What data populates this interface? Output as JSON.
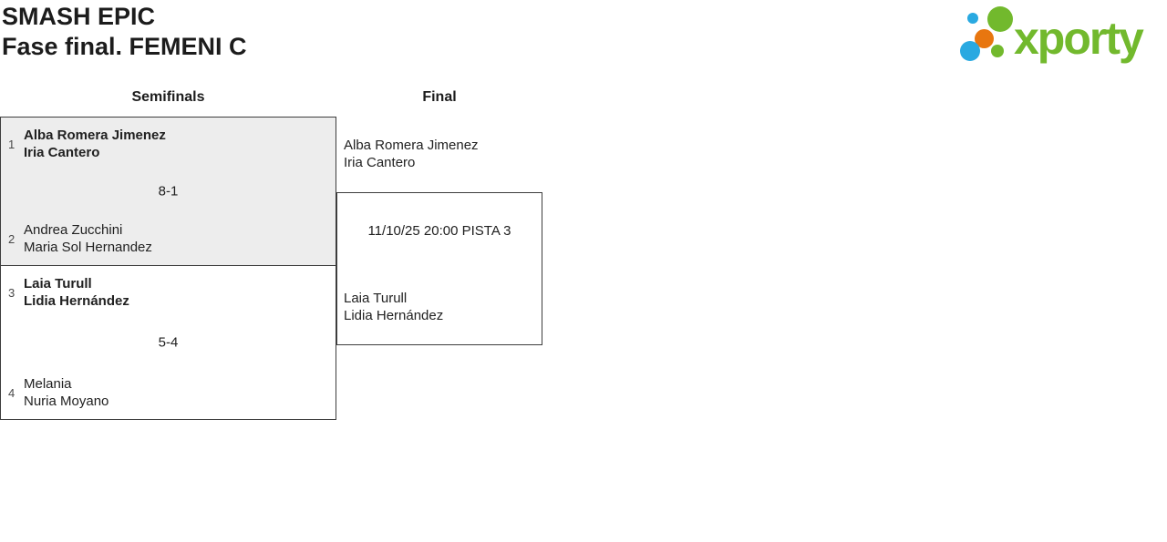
{
  "header": {
    "title": "SMASH EPIC",
    "subtitle": "Fase final. FEMENI C"
  },
  "logo": {
    "wordmark": "xporty",
    "colors": {
      "green": "#72b92d",
      "blue": "#29a9e1",
      "orange": "#e8760f"
    }
  },
  "bracket": {
    "rounds": [
      {
        "label": "Semifinals"
      },
      {
        "label": "Final"
      }
    ],
    "semifinals": [
      {
        "score": "8-1",
        "teams": [
          {
            "seed": "1",
            "players": [
              "Alba Romera Jimenez",
              "Iria Cantero"
            ],
            "winner": true
          },
          {
            "seed": "2",
            "players": [
              "Andrea Zucchini",
              "Maria Sol Hernandez"
            ],
            "winner": false
          }
        ]
      },
      {
        "score": "5-4",
        "teams": [
          {
            "seed": "3",
            "players": [
              "Laia Turull",
              "Lidia Hernández"
            ],
            "winner": true
          },
          {
            "seed": "4",
            "players": [
              "Melania",
              "Nuria Moyano"
            ],
            "winner": false
          }
        ]
      }
    ],
    "final": {
      "schedule": "11/10/25 20:00 PISTA 3",
      "teams": [
        {
          "players": [
            "Alba Romera Jimenez",
            "Iria Cantero"
          ]
        },
        {
          "players": [
            "Laia Turull",
            "Lidia Hernández"
          ]
        }
      ]
    }
  }
}
